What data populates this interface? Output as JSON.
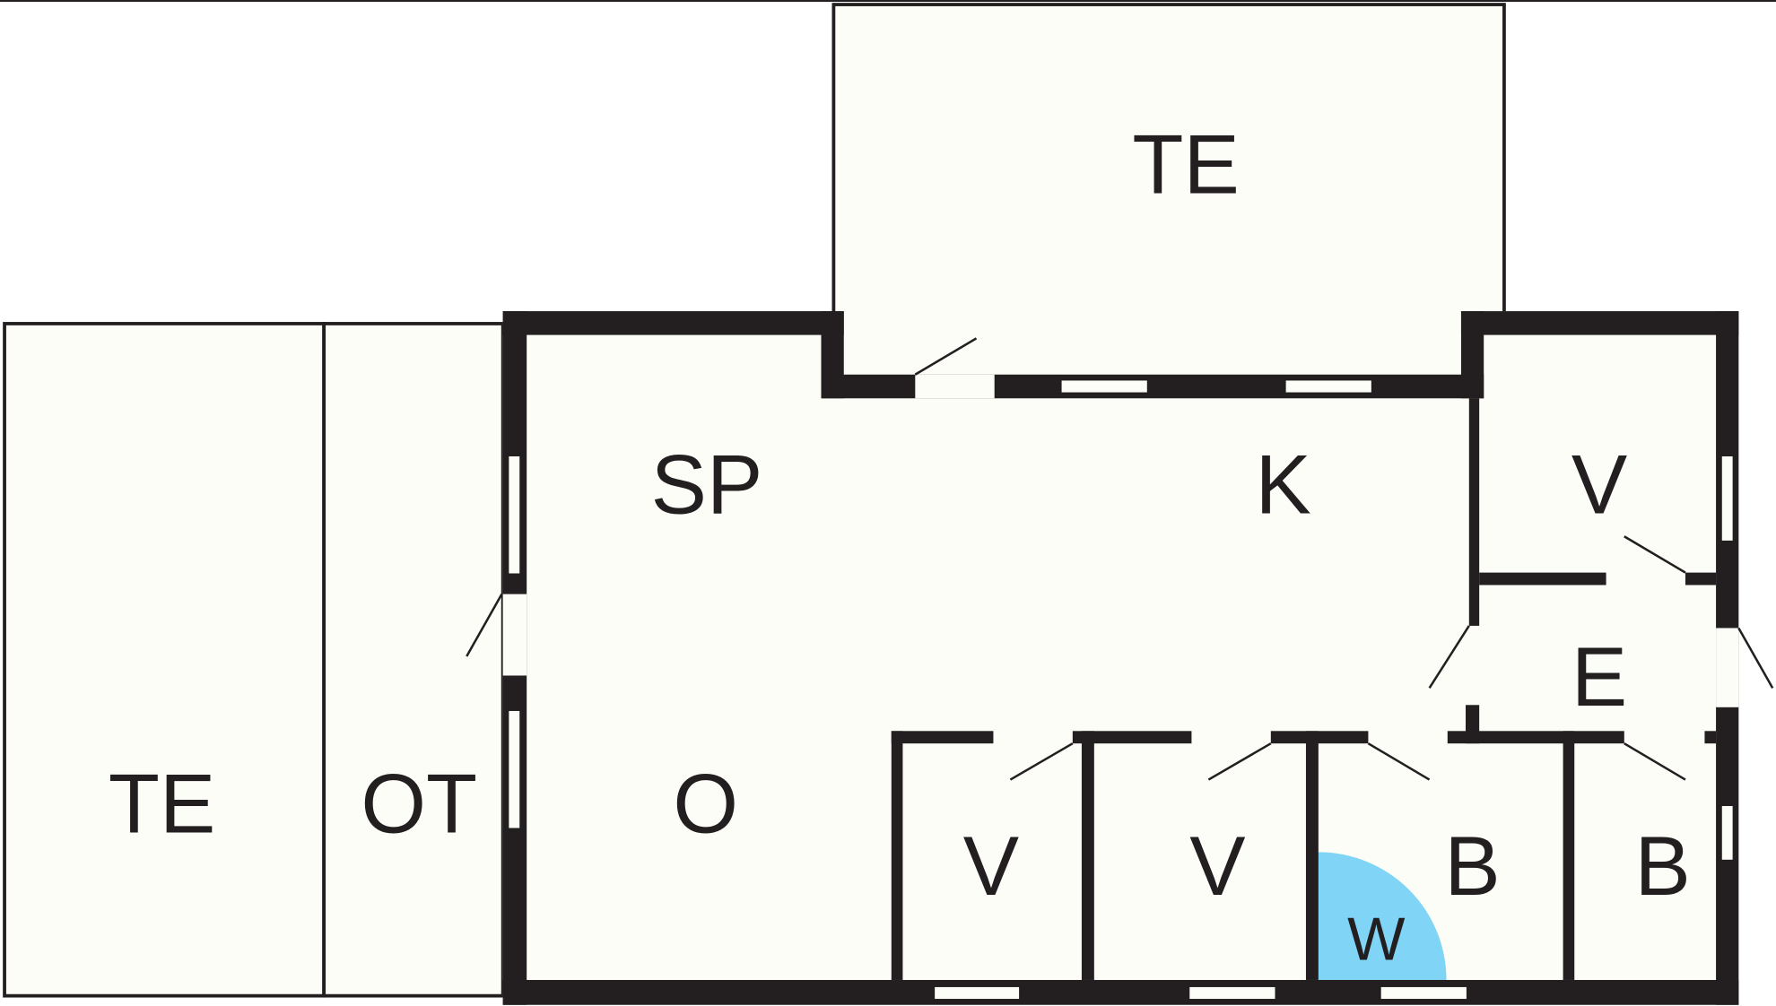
{
  "plan": {
    "colors": {
      "wall": "#231f20",
      "floor": "#fdfdf8",
      "wet_area": "#80d4f5",
      "background": "#ffffff"
    },
    "rooms": {
      "terrace_top": "TE",
      "terrace_left": "TE",
      "outdoor": "OT",
      "dining": "SP",
      "kitchen": "K",
      "bedroom_ne": "V",
      "entrance": "E",
      "living": "O",
      "bedroom_1": "V",
      "bedroom_2": "V",
      "bathroom_1": "B",
      "bathroom_2": "B",
      "shower": "W"
    }
  }
}
